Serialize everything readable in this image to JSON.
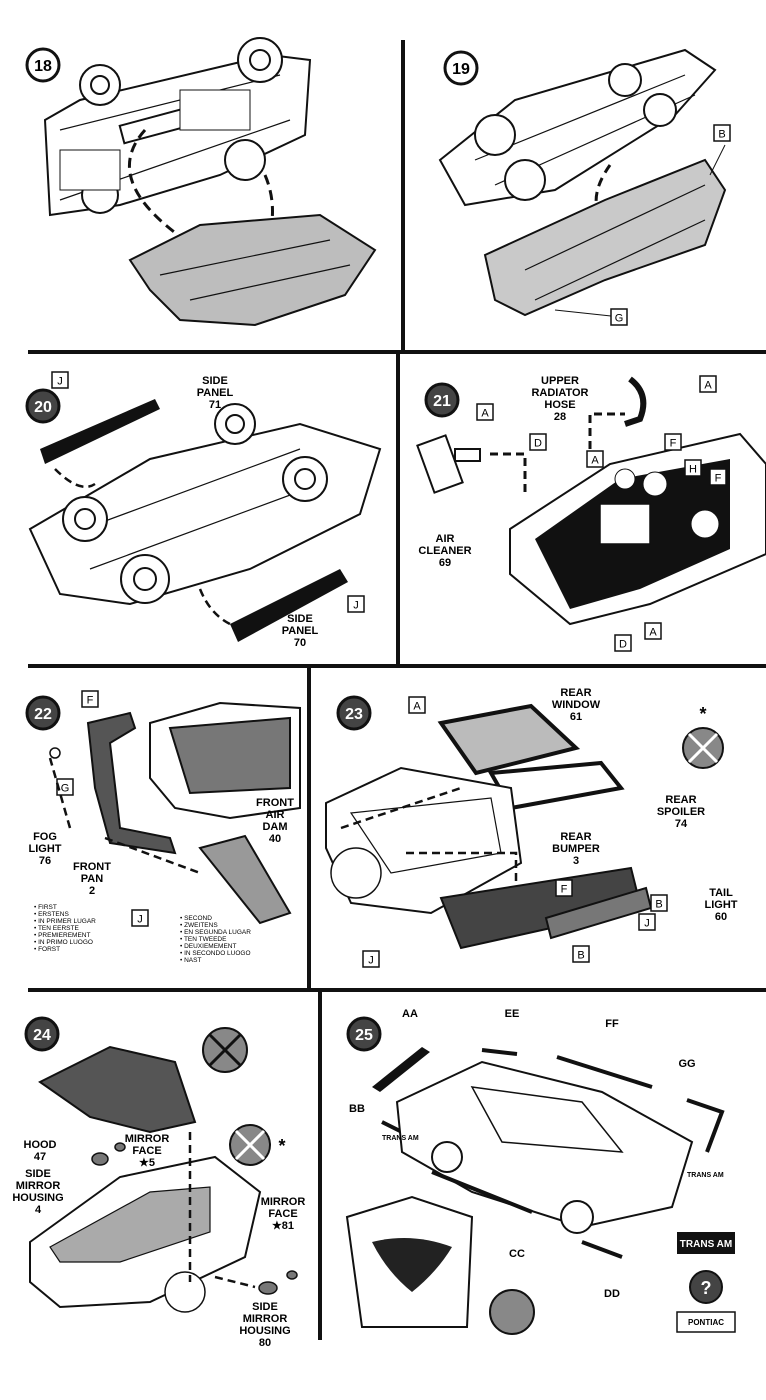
{
  "steps": [
    {
      "num": "18"
    },
    {
      "num": "19",
      "tags": [
        "B",
        "G"
      ]
    },
    {
      "num": "20",
      "tags": [
        "J",
        "J"
      ],
      "labels": [
        {
          "lines": [
            "SIDE",
            "PANEL",
            "71"
          ]
        },
        {
          "lines": [
            "SIDE",
            "PANEL",
            "70"
          ]
        }
      ]
    },
    {
      "num": "21",
      "tags": [
        "A",
        "A",
        "D",
        "A",
        "F",
        "H",
        "F",
        "D",
        "A"
      ],
      "labels": [
        {
          "lines": [
            "UPPER",
            "RADIATOR",
            "HOSE",
            "28"
          ]
        },
        {
          "lines": [
            "AIR",
            "CLEANER",
            "69"
          ]
        }
      ]
    },
    {
      "num": "22",
      "tags": [
        "F",
        "G",
        "J"
      ],
      "labels": [
        {
          "lines": [
            "FOG",
            "LIGHT",
            "76"
          ]
        },
        {
          "lines": [
            "FRONT",
            "PAN",
            "2"
          ]
        },
        {
          "lines": [
            "FRONT",
            "AIR",
            "DAM",
            "40"
          ]
        }
      ],
      "first": [
        "• FIRST",
        "• ERSTENS",
        "• IN PRIMER LUGAR",
        "• TEN EERSTE",
        "• PREMIEREMENT",
        "• IN PRIMO LUOGO",
        "• FORST"
      ],
      "second": [
        "• SECOND",
        "• ZWEITENS",
        "• EN SEGUNDA LUGAR",
        "• TEN TWEEDE",
        "• DEUXIEMEMENT",
        "• IN SECONDO LUOGO",
        "• NAST"
      ]
    },
    {
      "num": "23",
      "tags": [
        "A",
        "J",
        "F",
        "B",
        "J",
        "B"
      ],
      "labels": [
        {
          "lines": [
            "REAR",
            "WINDOW",
            "61"
          ]
        },
        {
          "lines": [
            "REAR",
            "SPOILER",
            "74"
          ]
        },
        {
          "lines": [
            "REAR",
            "BUMPER",
            "3"
          ]
        },
        {
          "lines": [
            "TAIL",
            "LIGHT",
            "60"
          ]
        }
      ]
    },
    {
      "num": "24",
      "labels": [
        {
          "lines": [
            "HOOD",
            "47"
          ]
        },
        {
          "lines": [
            "MIRROR",
            "FACE",
            "★5"
          ]
        },
        {
          "lines": [
            "SIDE",
            "MIRROR",
            "HOUSING",
            "4"
          ]
        },
        {
          "lines": [
            "MIRROR",
            "FACE",
            "★81"
          ]
        },
        {
          "lines": [
            "SIDE",
            "MIRROR",
            "HOUSING",
            "80"
          ]
        }
      ]
    },
    {
      "num": "25",
      "decals": [
        "AA",
        "EE",
        "FF",
        "GG",
        "BB",
        "CC",
        "DD"
      ],
      "decal_text": [
        "TRANS AM",
        "TRANS AM",
        "TRANS AM",
        "PONTIAC"
      ]
    }
  ]
}
